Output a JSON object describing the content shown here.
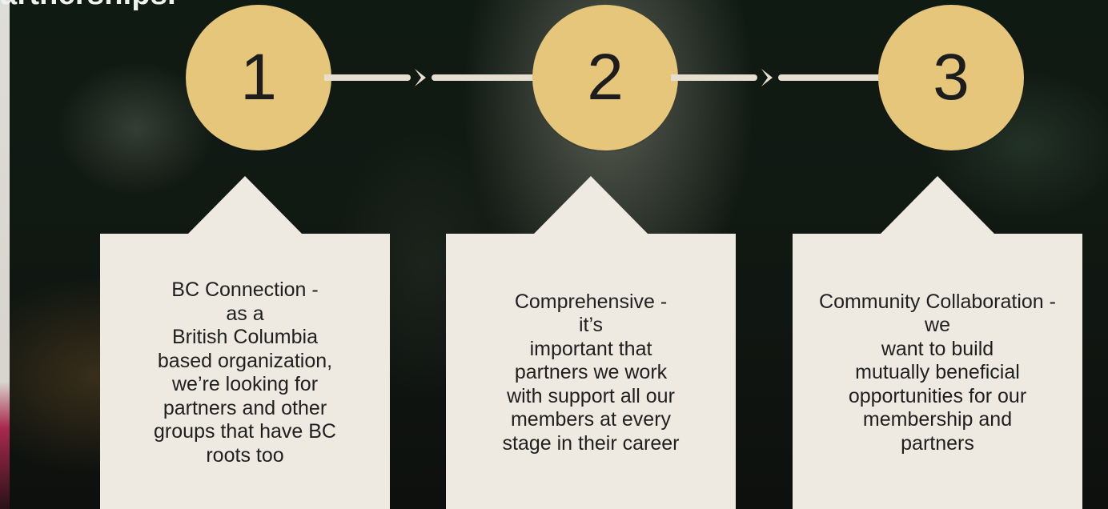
{
  "headline": {
    "fragment": "artnerships."
  },
  "colors": {
    "circle": "#e5c67b",
    "card": "#eeeae1",
    "text": "#1f1f1f",
    "connector": "#e6dfd0"
  },
  "steps": [
    {
      "number": "1",
      "title": "BC Connection -",
      "description": " as a\nBritish Columbia\nbased organization,\nwe’re looking for\npartners and other\ngroups that have BC\nroots too"
    },
    {
      "number": "2",
      "title": "Comprehensive -",
      "description": " it’s\nimportant that\npartners we work\nwith support all our\nmembers at every\nstage in their career"
    },
    {
      "number": "3",
      "title": "Community\nCollaboration -",
      "description": " we\nwant to build\nmutually beneficial\nopportunities for our\nmembership and\npartners"
    }
  ]
}
